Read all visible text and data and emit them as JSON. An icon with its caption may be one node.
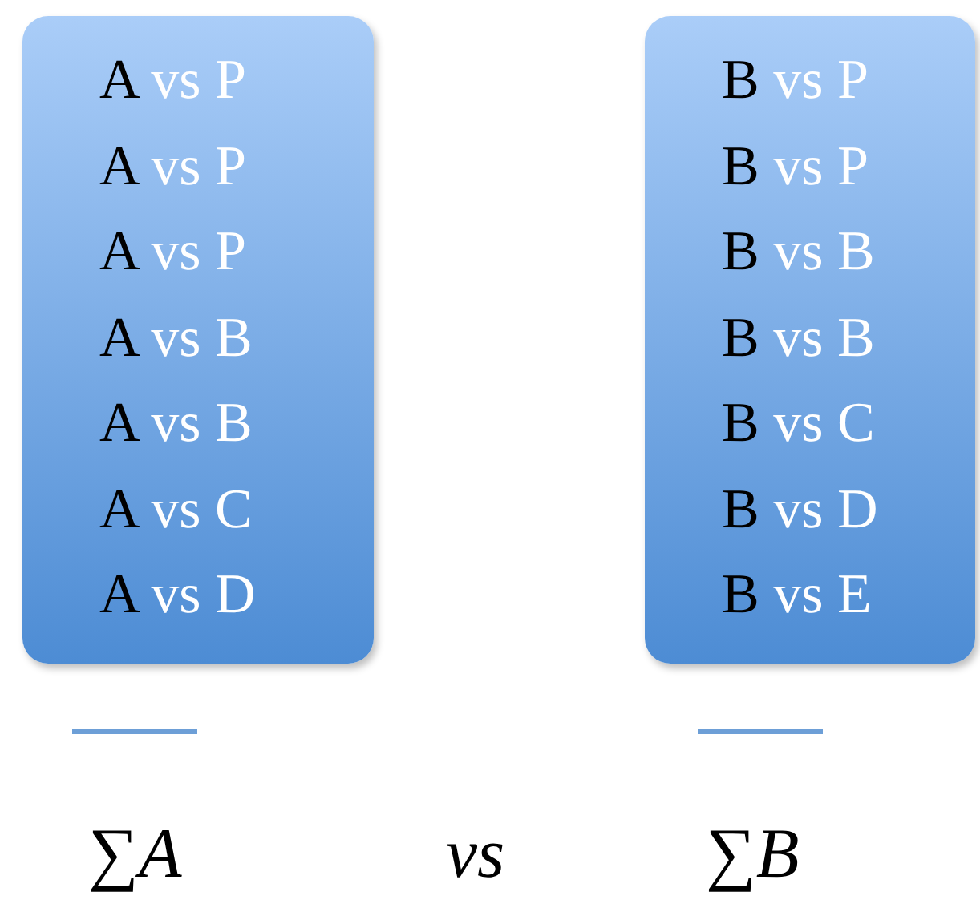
{
  "diagram": {
    "nodes": [
      {
        "text": [
          "A vs P",
          "A vs P",
          "A vs P",
          "A vs B",
          "A vs B",
          "A vs C",
          "A vs D"
        ]
      },
      {
        "text": [
          "B vs P",
          "B vs P",
          "B vs B",
          "B vs B",
          "B vs C",
          "B vs D",
          "B vs E"
        ]
      }
    ],
    "edges": [],
    "labels": [
      "∑A",
      "vs",
      "∑B"
    ]
  }
}
